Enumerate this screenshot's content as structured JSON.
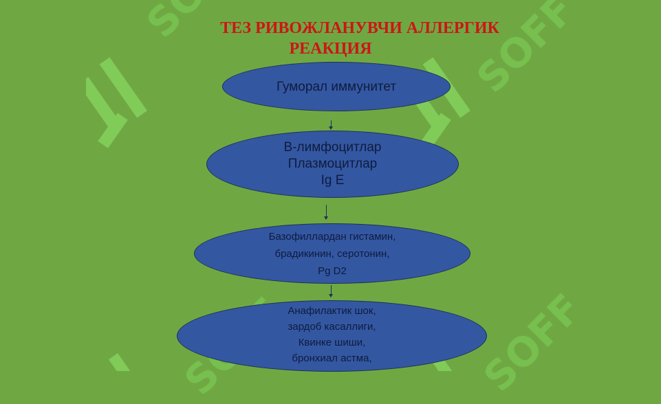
{
  "title": {
    "line1": "ТЕЗ РИВОЖЛАНУВЧИ АЛЛЕРГИК",
    "line2": "РЕАКЦИЯ"
  },
  "watermark": "SOFF",
  "nodes": [
    {
      "lines": [
        "Гуморал иммунитет"
      ]
    },
    {
      "lines": [
        "В-лимфоцитлар",
        "Плазмоцитлар",
        "Ig E"
      ]
    },
    {
      "lines": [
        "Базофиллардан гистамин,",
        "брадикинин, серотонин,",
        "Pg D2"
      ]
    },
    {
      "lines": [
        "Анафилактик шок,",
        "зардоб касаллиги,",
        "Квинке шиши,",
        "бронхиал астма,"
      ]
    }
  ],
  "colors": {
    "background": "#6fa843",
    "node_fill": "#3457a2",
    "title": "#cc1616",
    "watermark": "#7fd25a"
  }
}
